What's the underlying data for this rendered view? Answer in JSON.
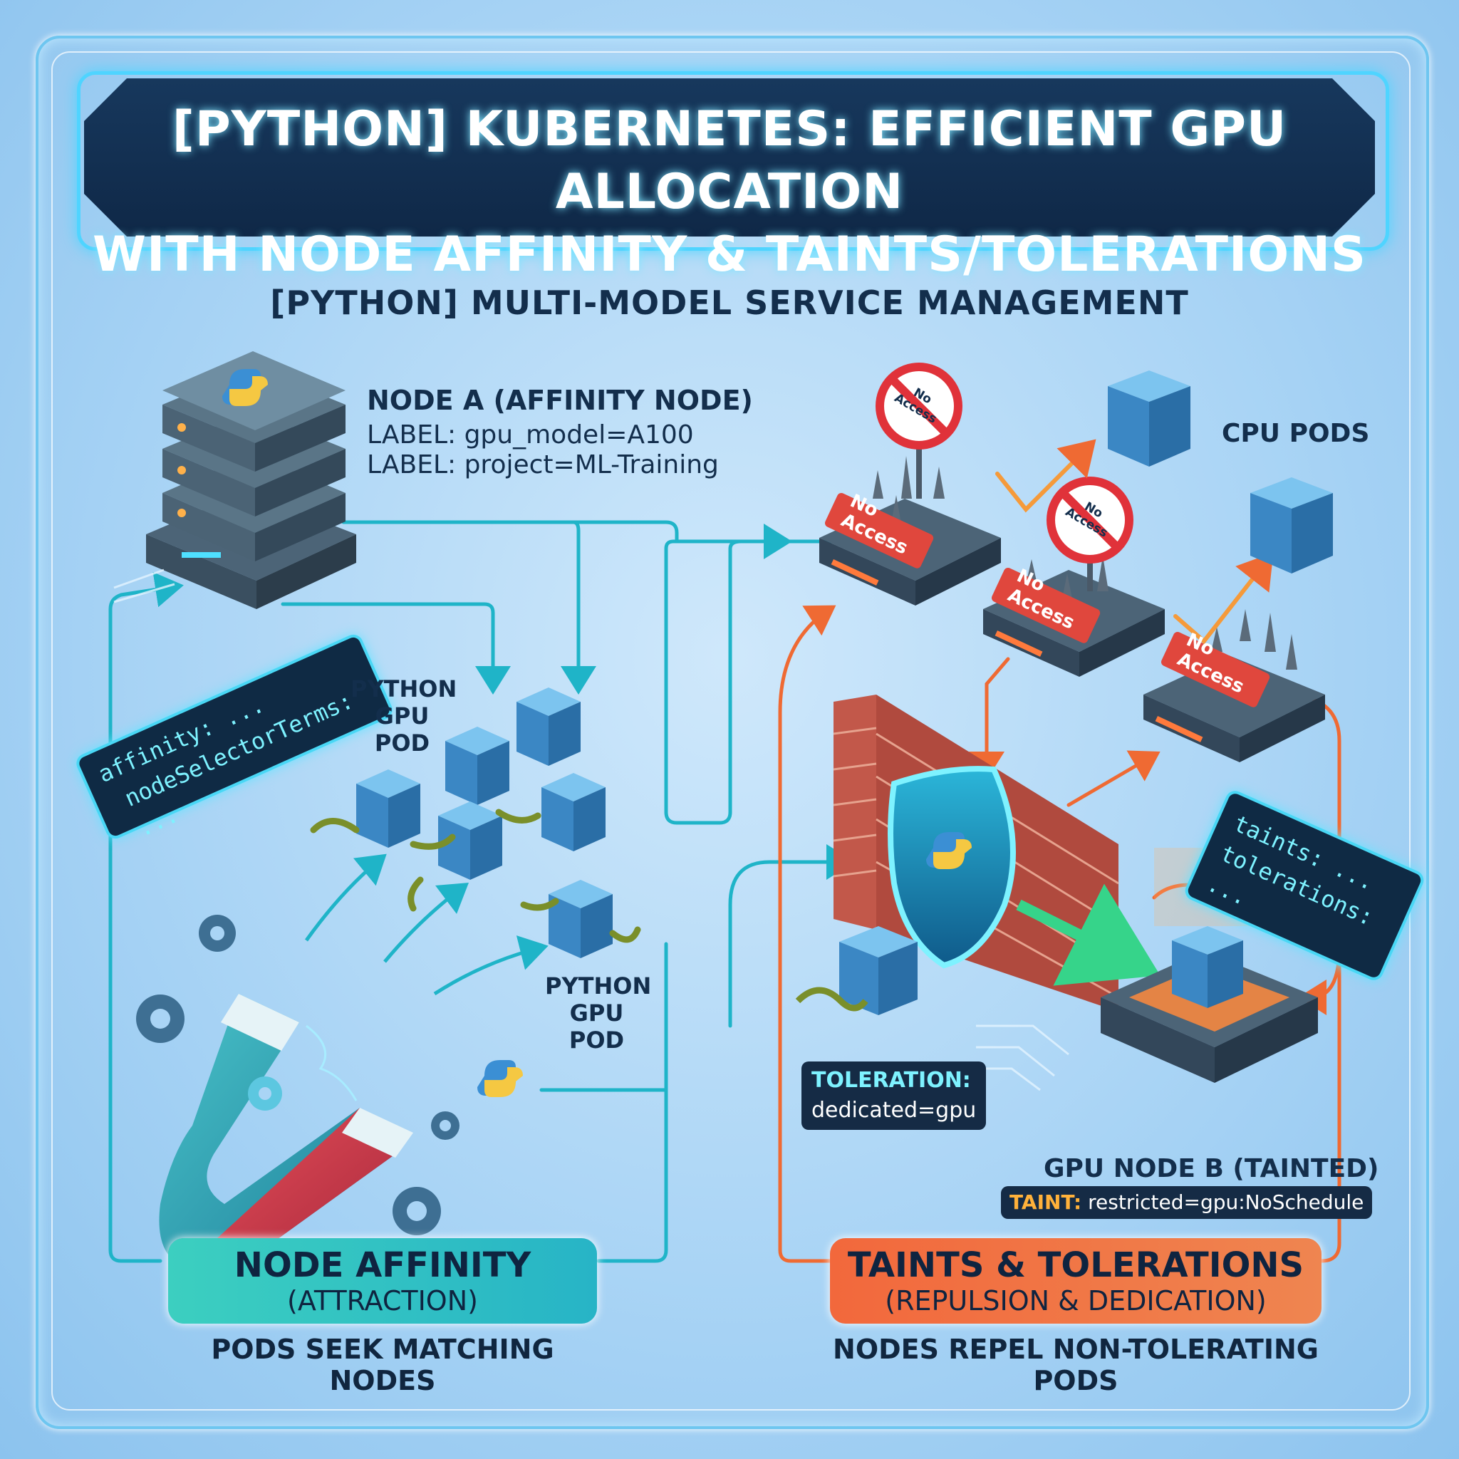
{
  "title": {
    "line1": "[PYTHON] KUBERNETES: EFFICIENT GPU ALLOCATION",
    "line2": "WITH NODE AFFINITY & TAINTS/TOLERATIONS"
  },
  "subtitle": "[PYTHON] MULTI-MODEL SERVICE MANAGEMENT",
  "node_a": {
    "title": "NODE A (AFFINITY NODE)",
    "label1": "LABEL: gpu_model=A100",
    "label2": "LABEL: project=ML-Training"
  },
  "affinity_code": {
    "line1": "affinity: ...",
    "line2": "nodeSelectorTerms: ..."
  },
  "gpu_pod_top": {
    "line1": "PYTHON",
    "line2": "GPU POD"
  },
  "gpu_pod_bottom": {
    "line1": "PYTHON",
    "line2": "GPU POD"
  },
  "cpu_pods": "CPU PODS",
  "no_access": {
    "sign": "No Access",
    "banner": "No Access"
  },
  "taints_code": {
    "line1": "taints: ...",
    "line2": "tolerations: ..."
  },
  "toleration_tag": {
    "key": "TOLERATION:",
    "value": "dedicated=gpu"
  },
  "gpu_node_b": {
    "title": "GPU NODE B (TAINTED)",
    "taint_key": "TAINT:",
    "taint_value": "restricted=gpu:NoSchedule"
  },
  "node_affinity_box": {
    "line1": "NODE AFFINITY",
    "line2": "(ATTRACTION)",
    "caption": "PODS SEEK MATCHING NODES"
  },
  "taints_box": {
    "line1": "TAINTS & TOLERATIONS",
    "line2": "(REPULSION & DEDICATION)",
    "caption": "NODES REPEL NON-TOLERATING PODS"
  },
  "colors": {
    "teal": "#2cc6c8",
    "orange": "#f2683c",
    "navy": "#132e4c",
    "cube": "#4a9fd6",
    "arrow_teal": "#1fb4c8",
    "arrow_orange": "#ef6a33"
  }
}
